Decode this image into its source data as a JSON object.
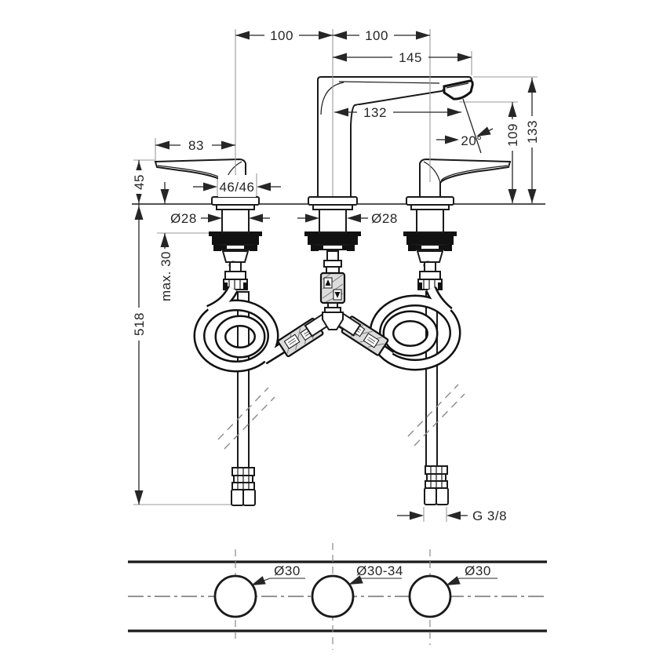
{
  "drawing": {
    "type": "technical-installation-diagram",
    "subject": "3-hole basin mixer faucet with handles, spout, flexible hoses and mounting plan",
    "colors": {
      "line": "#1a1a1a",
      "dimension": "#262626",
      "auxiliary": "#9a9a9a",
      "background": "#ffffff"
    },
    "dims": {
      "spacing_left": "100",
      "spacing_right": "100",
      "overall_reach": "145",
      "spout_reach": "132",
      "spout_angle": "20°",
      "outlet_height": "109",
      "spout_height": "133",
      "handle_reach": "83",
      "handle_height": "45",
      "escutcheon_size": "46/46",
      "shank_dia_left": "Ø28",
      "shank_dia_center": "Ø28",
      "counter_thickness_max": "max. 30",
      "supply_length": "518",
      "thread_size": "G 3/8"
    },
    "plan": {
      "hole_left": "Ø30",
      "hole_center": "Ø30-34",
      "hole_right": "Ø30"
    }
  }
}
